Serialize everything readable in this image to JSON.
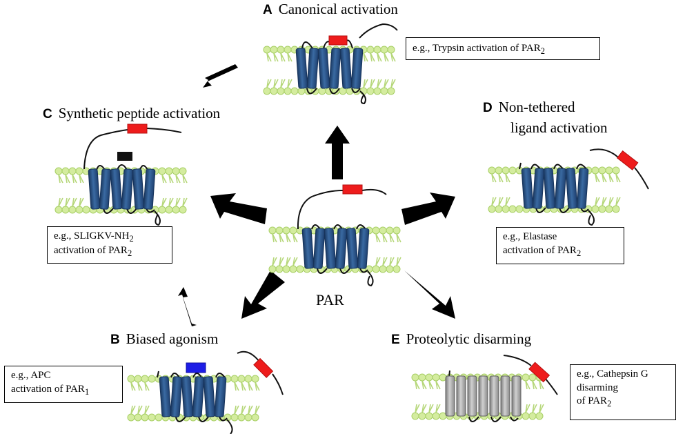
{
  "panels": {
    "A": {
      "letter": "A",
      "title": "Canonical activation",
      "example": {
        "prefix": "e.g., Trypsin activation of PAR",
        "sub": "2"
      }
    },
    "B": {
      "letter": "B",
      "title": "Biased agonism",
      "example": {
        "line1": "e.g., APC",
        "line2_prefix": "activation of PAR",
        "sub": "1"
      }
    },
    "C": {
      "letter": "C",
      "title": "Synthetic peptide activation",
      "example": {
        "line1_prefix": "e.g., SLIGKV-NH",
        "line1_sub": "2",
        "line2_prefix": "activation of PAR",
        "sub": "2"
      }
    },
    "D": {
      "letter": "D",
      "title_line1": "Non-tethered",
      "title_line2": "ligand activation",
      "example": {
        "line1": "e.g., Elastase",
        "line2_prefix": "activation of PAR",
        "sub": "2"
      }
    },
    "E": {
      "letter": "E",
      "title": "Proteolytic disarming",
      "example": {
        "line1": "e.g., Cathepsin G",
        "line2": "disarming",
        "line3_prefix": "of PAR",
        "sub": "2"
      }
    }
  },
  "center_label": "PAR",
  "colors": {
    "helix": "#2d5587",
    "helix_disarmed": "#a9a9a9",
    "lipid_head": "#d4ec9f",
    "tail": "#b6d77a",
    "peptide_red": "#ee1c1c",
    "peptide_blue": "#1d1de6",
    "peptide_black": "#111111",
    "arrow": "#000000"
  }
}
